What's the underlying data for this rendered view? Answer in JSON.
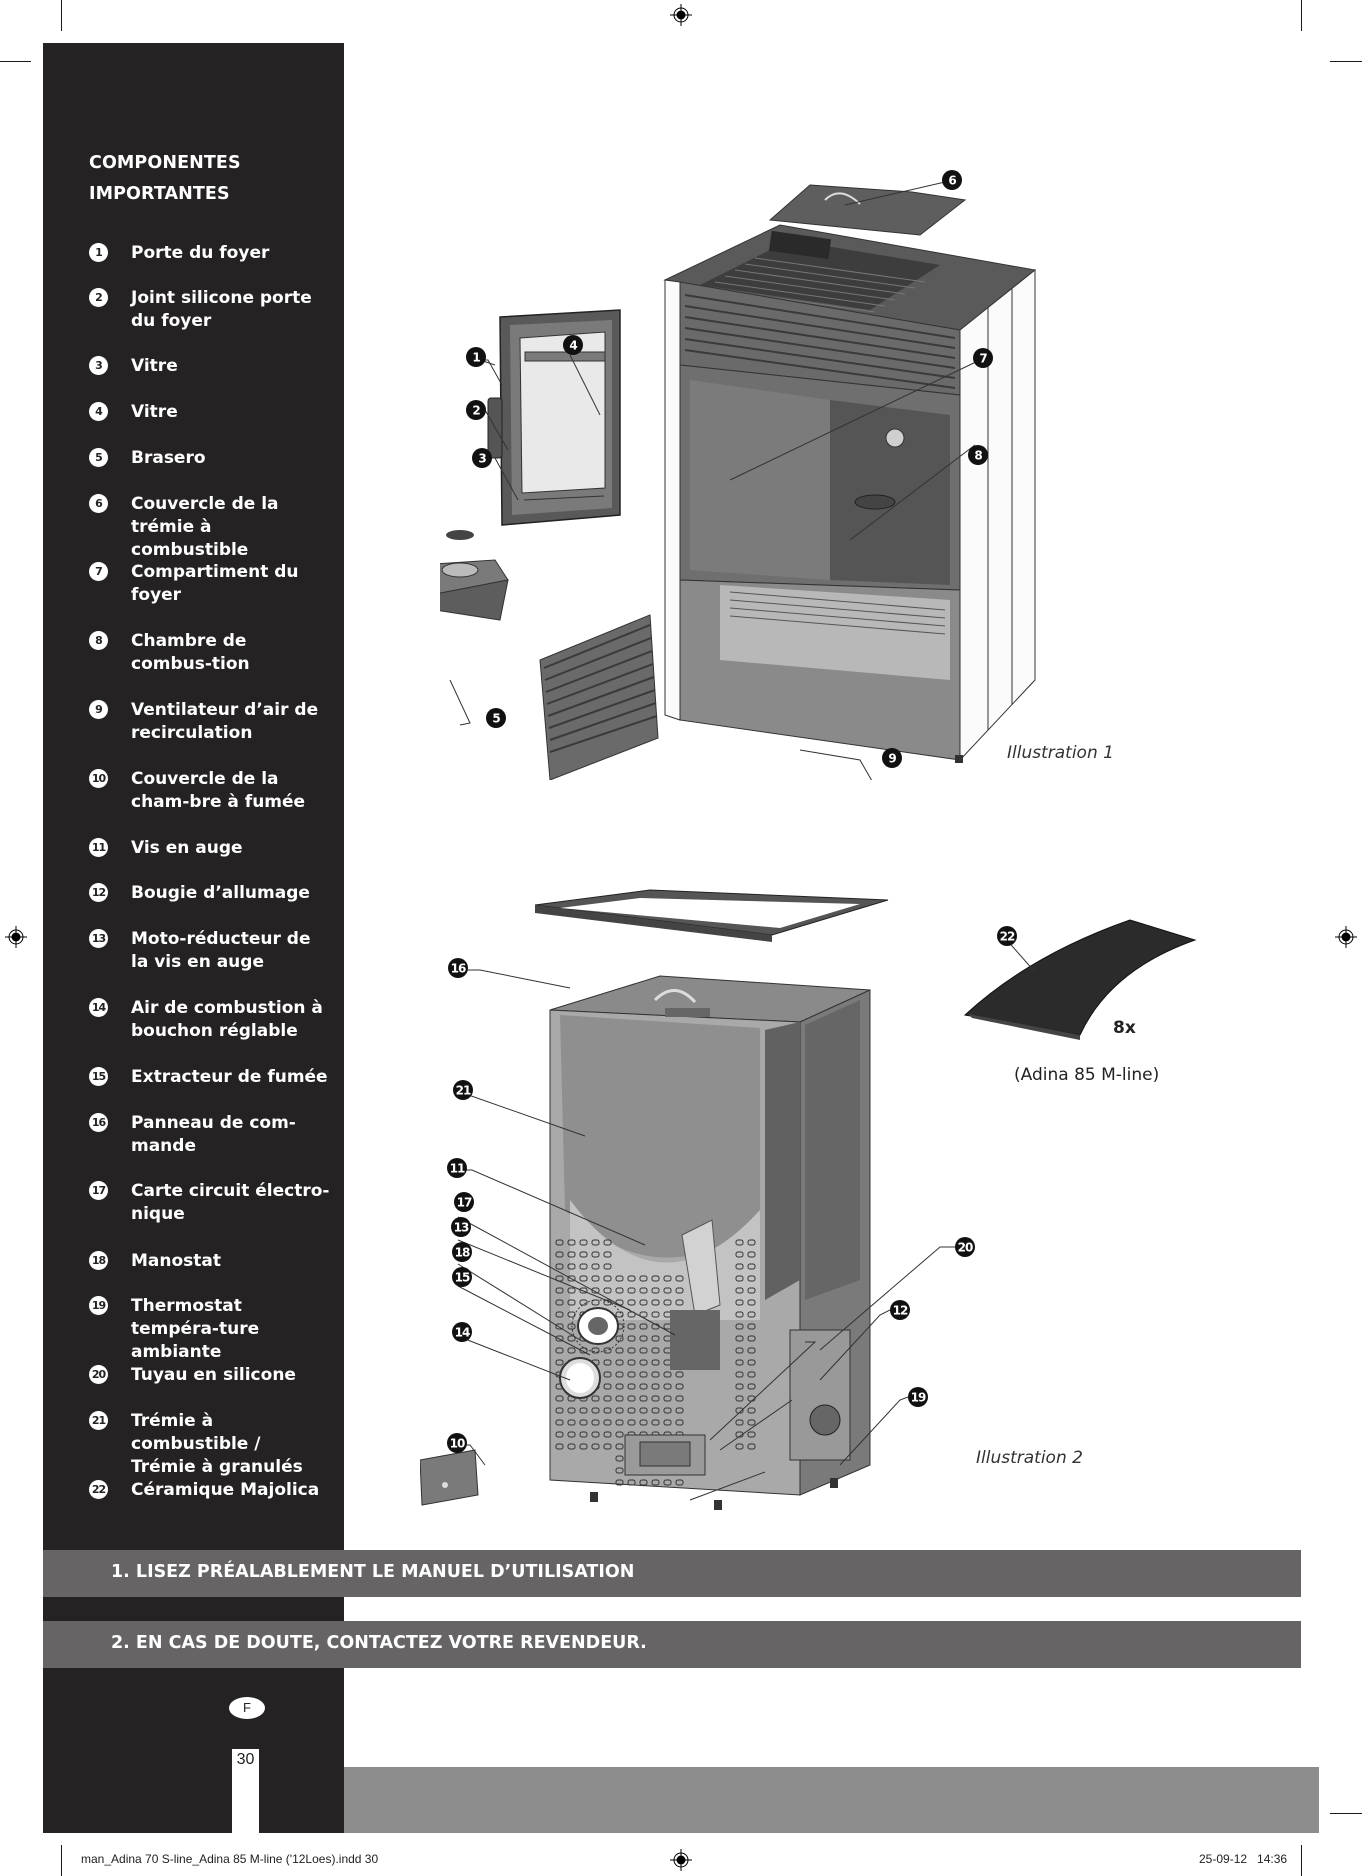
{
  "sidebar": {
    "title_line1": "COMPONENTES",
    "title_line2": "IMPORTANTES",
    "items": [
      {
        "num": "1",
        "label": "Porte du foyer"
      },
      {
        "num": "2",
        "label": "Joint silicone porte du foyer"
      },
      {
        "num": "3",
        "label": "Vitre"
      },
      {
        "num": "4",
        "label": "Vitre"
      },
      {
        "num": "5",
        "label": "Brasero"
      },
      {
        "num": "6",
        "label": "Couvercle de la trémie à combustible"
      },
      {
        "num": "7",
        "label": "Compartiment du foyer"
      },
      {
        "num": "8",
        "label": "Chambre de combus-tion"
      },
      {
        "num": "9",
        "label": "Ventilateur d’air de recirculation"
      },
      {
        "num": "10",
        "label": "Couvercle de la cham-bre à fumée"
      },
      {
        "num": "11",
        "label": "Vis en auge"
      },
      {
        "num": "12",
        "label": "Bougie d’allumage"
      },
      {
        "num": "13",
        "label": "Moto-réducteur de la vis en auge"
      },
      {
        "num": "14",
        "label": "Air de combustion à bouchon réglable"
      },
      {
        "num": "15",
        "label": "Extracteur de fumée"
      },
      {
        "num": "16",
        "label": "Panneau de com-mande"
      },
      {
        "num": "17",
        "label": "Carte circuit électro-nique"
      },
      {
        "num": "18",
        "label": "Manostat"
      },
      {
        "num": "19",
        "label": "Thermostat tempéra-ture ambiante"
      },
      {
        "num": "20",
        "label": "Tuyau en silicone"
      },
      {
        "num": "21",
        "label": "Trémie à combustible / Trémie à granulés"
      },
      {
        "num": "22",
        "label": "Céramique Majolica"
      }
    ]
  },
  "illustrations": {
    "illustration1": {
      "caption": "Illustration 1",
      "callouts": [
        "1",
        "2",
        "3",
        "4",
        "5",
        "6",
        "7",
        "8",
        "9"
      ]
    },
    "illustration2": {
      "caption": "Illustration 2",
      "callouts": [
        "10",
        "11",
        "12",
        "13",
        "14",
        "15",
        "16",
        "17",
        "18",
        "19",
        "20",
        "21"
      ]
    },
    "ceramic": {
      "callout": "22",
      "quantity": "8x",
      "note": "(Adina 85 M-line)"
    }
  },
  "instructions": [
    "1. LISEZ PRÉALABLEMENT LE MANUEL D’UTILISATION",
    "2. EN CAS DE DOUTE, CONTACTEZ VOTRE REVENDEUR."
  ],
  "footer": {
    "language_badge": "F",
    "page_number": "30",
    "slug_file": "man_Adina 70 S-line_Adina 85 M-line ('12Loes).indd   30",
    "slug_datetime": "25-09-12   14:36"
  },
  "colors": {
    "sidebar_bg": "#252223",
    "band_bg": "#666464",
    "bottom_bar_bg": "#8e8d8d"
  }
}
